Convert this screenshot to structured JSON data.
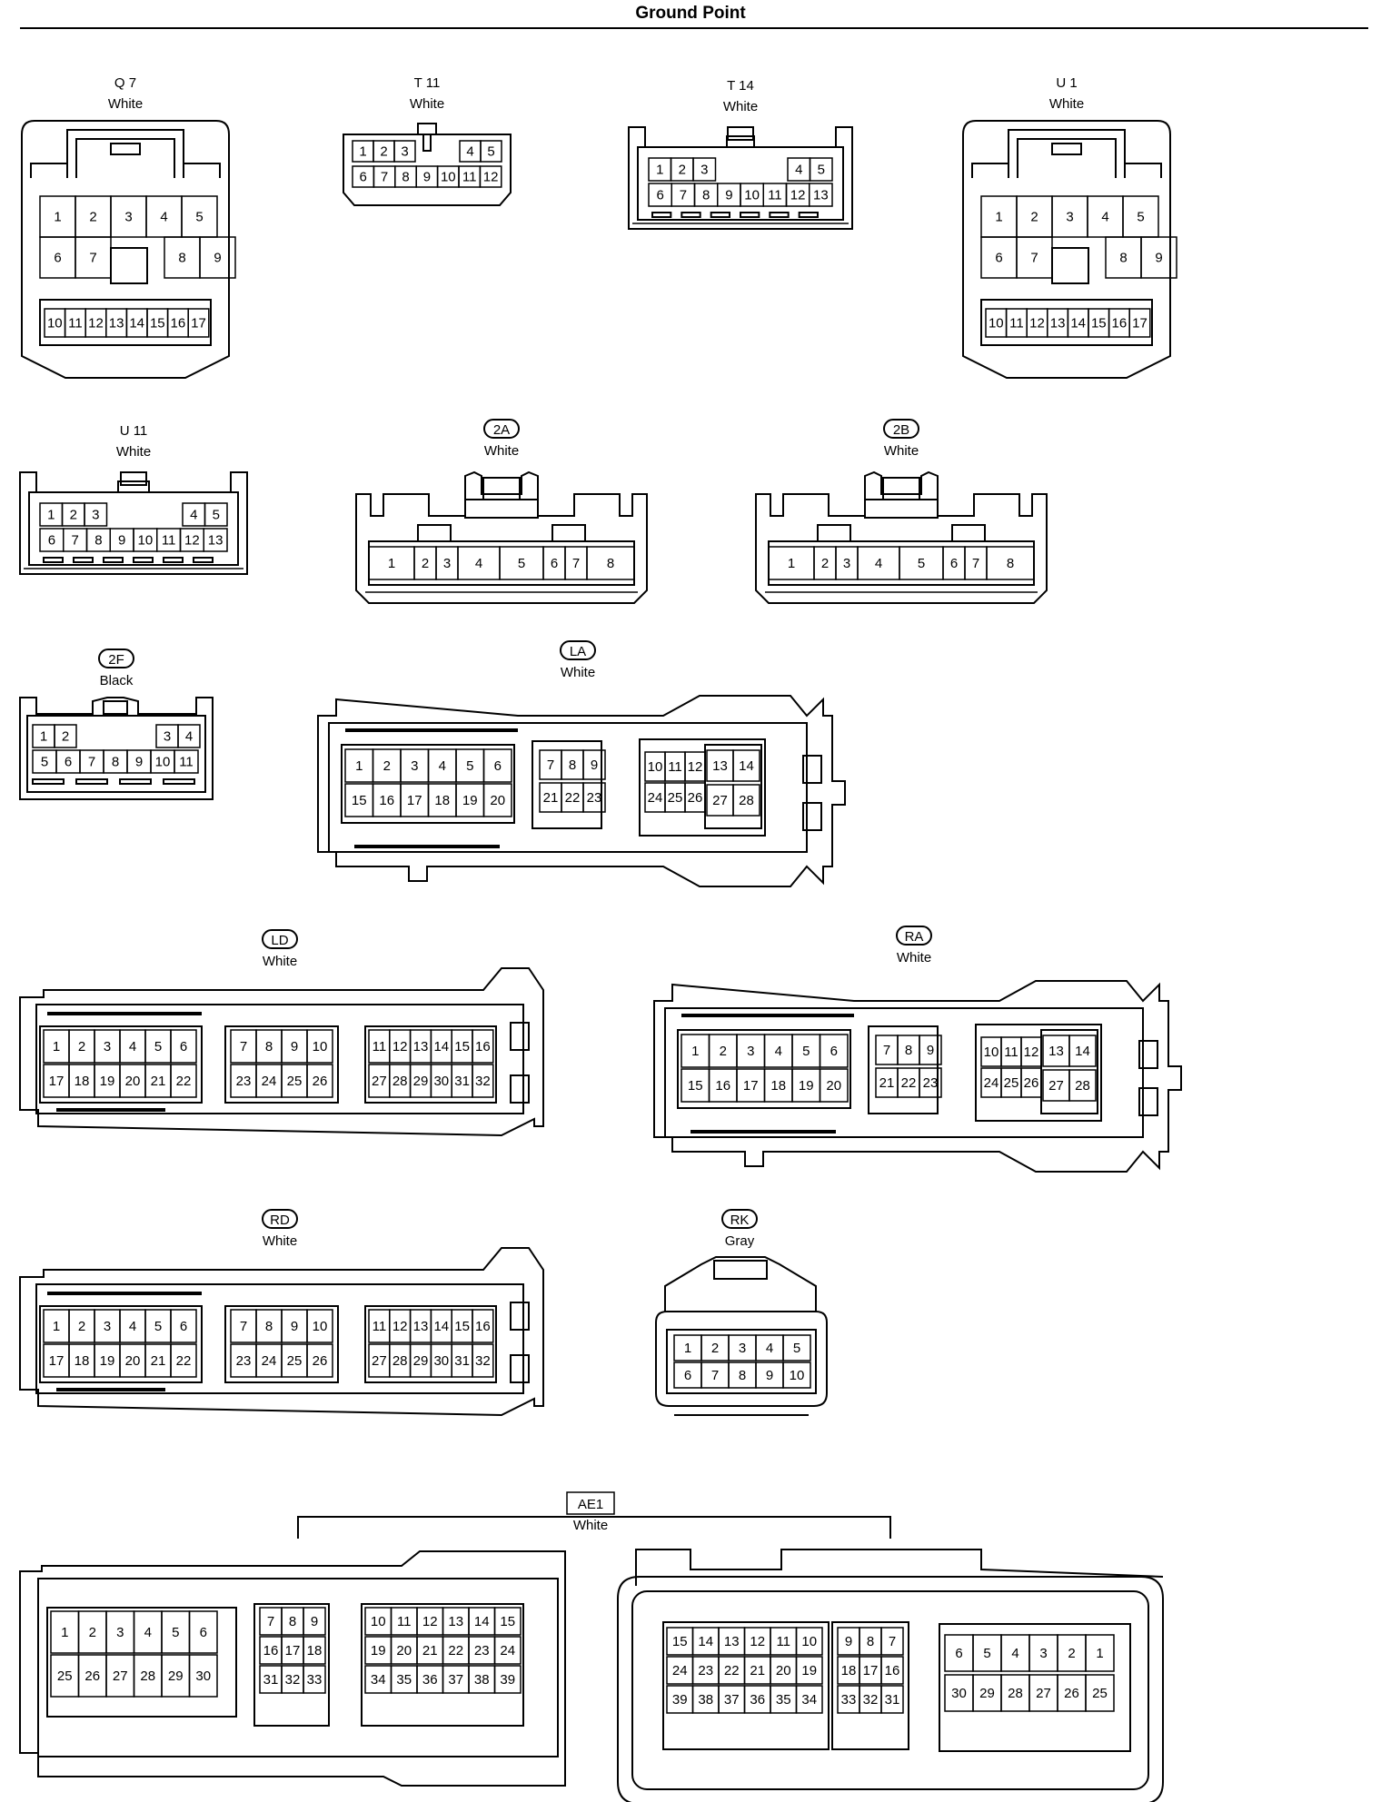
{
  "title": "Ground Point",
  "connectors": [
    {
      "id": "Q7",
      "label": "Q 7",
      "color": "White",
      "badge": "none",
      "rows": [
        [
          "1",
          "2",
          "3",
          "4",
          "5"
        ],
        [
          "6",
          "7",
          "8",
          "9"
        ],
        [
          "10",
          "11",
          "12",
          "13",
          "14",
          "15",
          "16",
          "17"
        ]
      ]
    },
    {
      "id": "T11",
      "label": "T 11",
      "color": "White",
      "badge": "none",
      "rows": [
        [
          "1",
          "2",
          "3",
          "4",
          "5"
        ],
        [
          "6",
          "7",
          "8",
          "9",
          "10",
          "11",
          "12"
        ]
      ]
    },
    {
      "id": "T14",
      "label": "T 14",
      "color": "White",
      "badge": "none",
      "rows": [
        [
          "1",
          "2",
          "3",
          "4",
          "5"
        ],
        [
          "6",
          "7",
          "8",
          "9",
          "10",
          "11",
          "12",
          "13"
        ]
      ]
    },
    {
      "id": "U1",
      "label": "U 1",
      "color": "White",
      "badge": "none",
      "rows": [
        [
          "1",
          "2",
          "3",
          "4",
          "5"
        ],
        [
          "6",
          "7",
          "8",
          "9"
        ],
        [
          "10",
          "11",
          "12",
          "13",
          "14",
          "15",
          "16",
          "17"
        ]
      ]
    },
    {
      "id": "U11",
      "label": "U 11",
      "color": "White",
      "badge": "none",
      "rows": [
        [
          "1",
          "2",
          "3",
          "4",
          "5"
        ],
        [
          "6",
          "7",
          "8",
          "9",
          "10",
          "11",
          "12",
          "13"
        ]
      ]
    },
    {
      "id": "2A",
      "label": "2A",
      "color": "White",
      "badge": "pill",
      "rows": [
        [
          "1",
          "2",
          "3",
          "4",
          "5",
          "6",
          "7",
          "8"
        ]
      ]
    },
    {
      "id": "2B",
      "label": "2B",
      "color": "White",
      "badge": "pill",
      "rows": [
        [
          "1",
          "2",
          "3",
          "4",
          "5",
          "6",
          "7",
          "8"
        ]
      ]
    },
    {
      "id": "2F",
      "label": "2F",
      "color": "Black",
      "badge": "pill",
      "rows": [
        [
          "1",
          "2",
          "3",
          "4"
        ],
        [
          "5",
          "6",
          "7",
          "8",
          "9",
          "10",
          "11"
        ]
      ]
    },
    {
      "id": "LA",
      "label": "LA",
      "color": "White",
      "badge": "pill",
      "blocks": [
        {
          "rows": [
            [
              "1",
              "2",
              "3",
              "4",
              "5",
              "6"
            ],
            [
              "15",
              "16",
              "17",
              "18",
              "19",
              "20"
            ]
          ]
        },
        {
          "rows": [
            [
              "7",
              "8",
              "9"
            ],
            [
              "21",
              "22",
              "23"
            ]
          ]
        },
        {
          "rows": [
            [
              "10",
              "11",
              "12",
              "13",
              "14"
            ],
            [
              "24",
              "25",
              "26",
              "27",
              "28"
            ]
          ]
        }
      ]
    },
    {
      "id": "LD",
      "label": "LD",
      "color": "White",
      "badge": "pill",
      "blocks": [
        {
          "rows": [
            [
              "1",
              "2",
              "3",
              "4",
              "5",
              "6"
            ],
            [
              "17",
              "18",
              "19",
              "20",
              "21",
              "22"
            ]
          ]
        },
        {
          "rows": [
            [
              "7",
              "8",
              "9",
              "10"
            ],
            [
              "23",
              "24",
              "25",
              "26"
            ]
          ]
        },
        {
          "rows": [
            [
              "11",
              "12",
              "13",
              "14",
              "15",
              "16"
            ],
            [
              "27",
              "28",
              "29",
              "30",
              "31",
              "32"
            ]
          ]
        }
      ]
    },
    {
      "id": "RA",
      "label": "RA",
      "color": "White",
      "badge": "pill",
      "blocks": [
        {
          "rows": [
            [
              "1",
              "2",
              "3",
              "4",
              "5",
              "6"
            ],
            [
              "15",
              "16",
              "17",
              "18",
              "19",
              "20"
            ]
          ]
        },
        {
          "rows": [
            [
              "7",
              "8",
              "9"
            ],
            [
              "21",
              "22",
              "23"
            ]
          ]
        },
        {
          "rows": [
            [
              "10",
              "11",
              "12",
              "13",
              "14"
            ],
            [
              "24",
              "25",
              "26",
              "27",
              "28"
            ]
          ]
        }
      ]
    },
    {
      "id": "RD",
      "label": "RD",
      "color": "White",
      "badge": "pill",
      "blocks": [
        {
          "rows": [
            [
              "1",
              "2",
              "3",
              "4",
              "5",
              "6"
            ],
            [
              "17",
              "18",
              "19",
              "20",
              "21",
              "22"
            ]
          ]
        },
        {
          "rows": [
            [
              "7",
              "8",
              "9",
              "10"
            ],
            [
              "23",
              "24",
              "25",
              "26"
            ]
          ]
        },
        {
          "rows": [
            [
              "11",
              "12",
              "13",
              "14",
              "15",
              "16"
            ],
            [
              "27",
              "28",
              "29",
              "30",
              "31",
              "32"
            ]
          ]
        }
      ]
    },
    {
      "id": "RK",
      "label": "RK",
      "color": "Gray",
      "badge": "pill",
      "rows": [
        [
          "1",
          "2",
          "3",
          "4",
          "5"
        ],
        [
          "6",
          "7",
          "8",
          "9",
          "10"
        ]
      ]
    },
    {
      "id": "AE1",
      "label": "AE1",
      "color": "White",
      "badge": "box",
      "halves": [
        {
          "blocks": [
            {
              "rows": [
                [
                  "1",
                  "2",
                  "3",
                  "4",
                  "5",
                  "6"
                ],
                [
                  "25",
                  "26",
                  "27",
                  "28",
                  "29",
                  "30"
                ]
              ]
            },
            {
              "rows": [
                [
                  "7",
                  "8",
                  "9"
                ],
                [
                  "16",
                  "17",
                  "18"
                ],
                [
                  "31",
                  "32",
                  "33"
                ]
              ]
            },
            {
              "rows": [
                [
                  "10",
                  "11",
                  "12",
                  "13",
                  "14",
                  "15"
                ],
                [
                  "19",
                  "20",
                  "21",
                  "22",
                  "23",
                  "24"
                ],
                [
                  "34",
                  "35",
                  "36",
                  "37",
                  "38",
                  "39"
                ]
              ]
            }
          ]
        },
        {
          "blocks": [
            {
              "rows": [
                [
                  "15",
                  "14",
                  "13",
                  "12",
                  "11",
                  "10"
                ],
                [
                  "24",
                  "23",
                  "22",
                  "21",
                  "20",
                  "19"
                ],
                [
                  "39",
                  "38",
                  "37",
                  "36",
                  "35",
                  "34"
                ]
              ]
            },
            {
              "rows": [
                [
                  "9",
                  "8",
                  "7"
                ],
                [
                  "18",
                  "17",
                  "16"
                ],
                [
                  "33",
                  "32",
                  "31"
                ]
              ]
            },
            {
              "rows": [
                [
                  "6",
                  "5",
                  "4",
                  "3",
                  "2",
                  "1"
                ],
                [
                  "30",
                  "29",
                  "28",
                  "27",
                  "26",
                  "25"
                ]
              ]
            }
          ]
        }
      ]
    }
  ]
}
